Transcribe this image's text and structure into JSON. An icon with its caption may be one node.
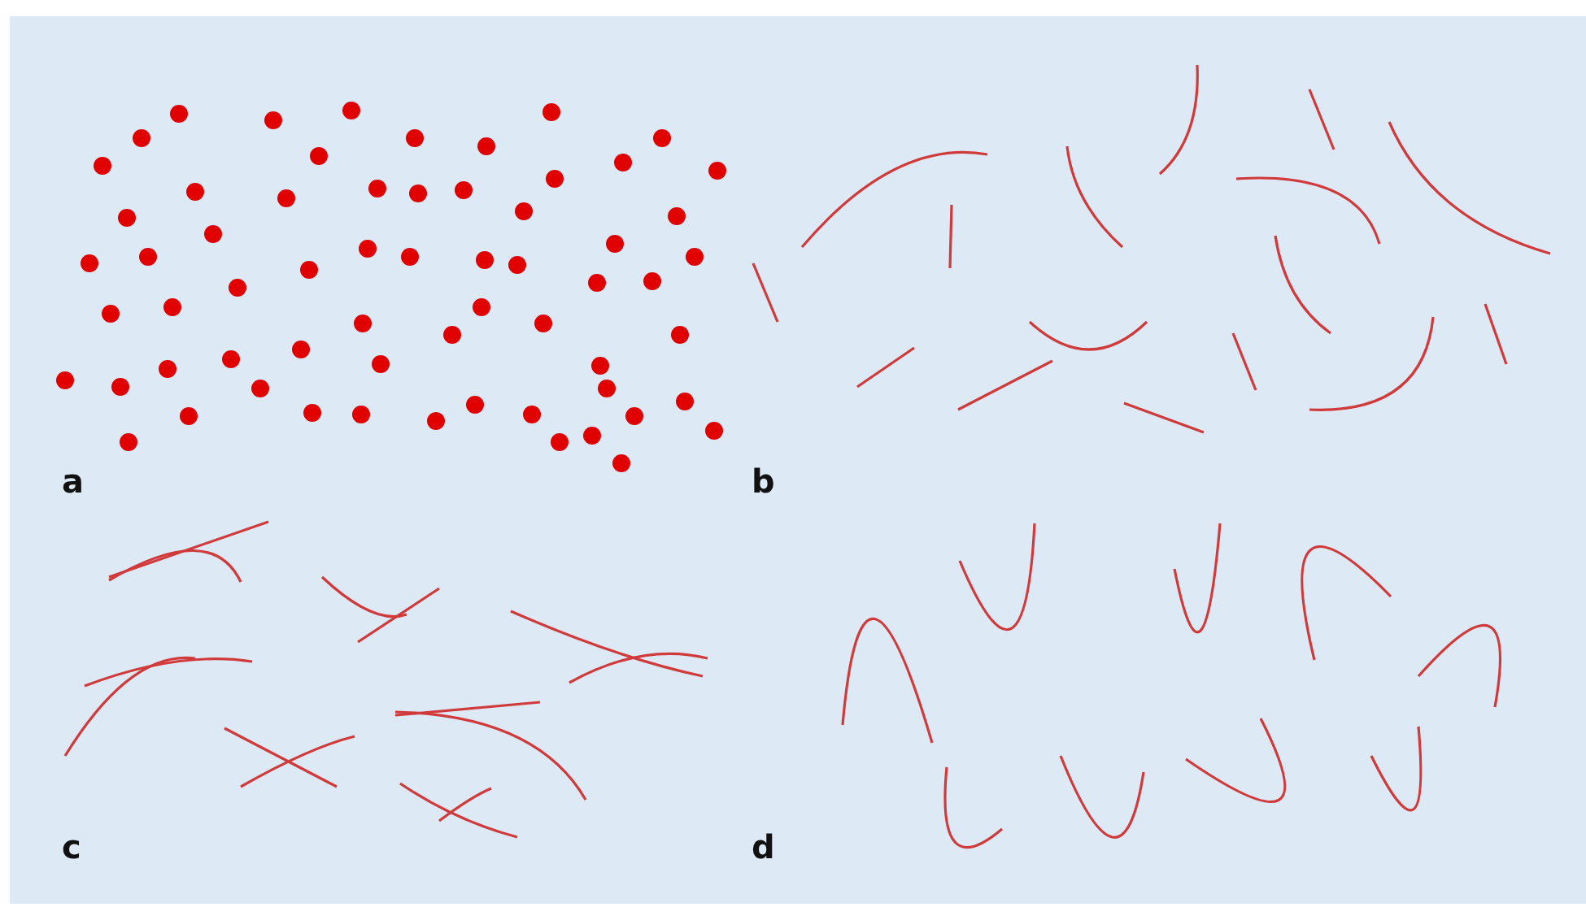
{
  "diagram": {
    "labels": [
      "a",
      "b",
      "c",
      "d"
    ]
  }
}
